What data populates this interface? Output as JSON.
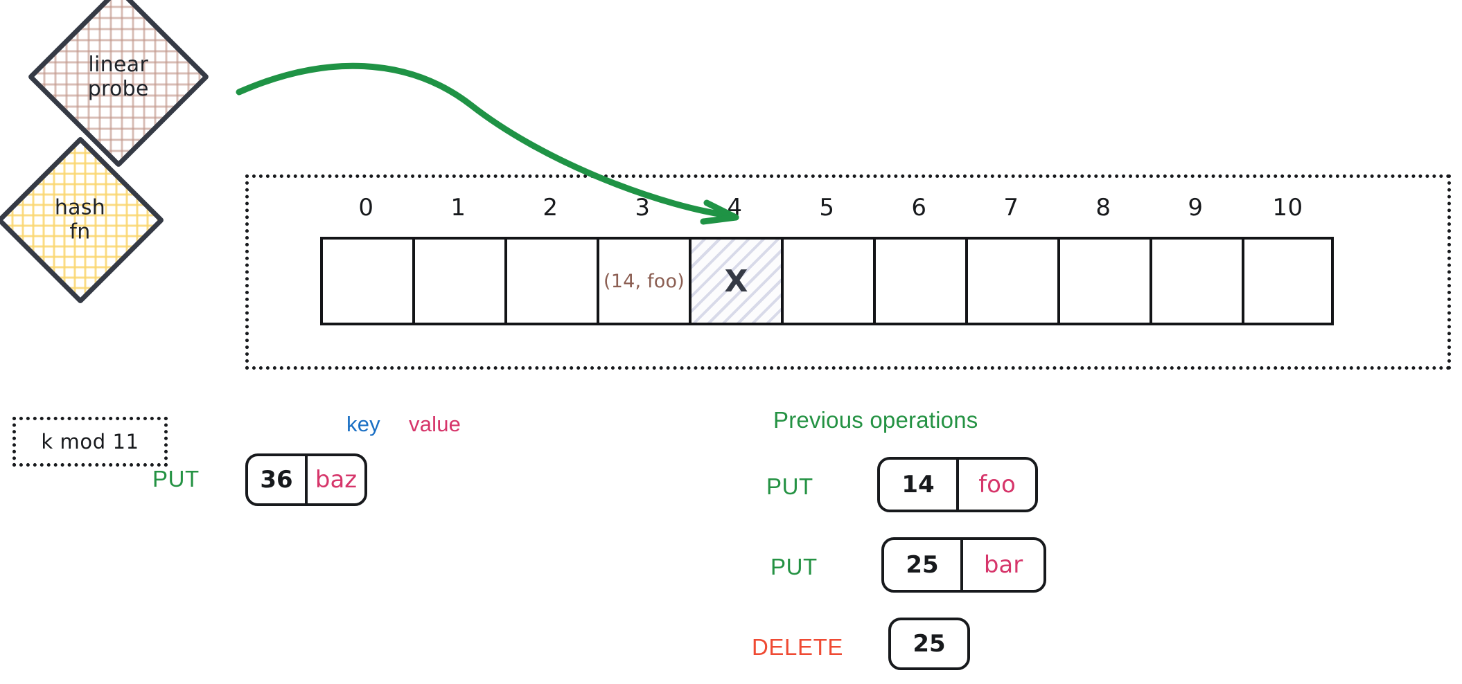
{
  "nodes": {
    "linear_probe": "linear\nprobe",
    "hash_fn": "hash\nfn",
    "k_mod": "k mod 11"
  },
  "hash_table": {
    "indices": [
      "0",
      "1",
      "2",
      "3",
      "4",
      "5",
      "6",
      "7",
      "8",
      "9",
      "10"
    ],
    "slots": [
      {
        "index": "0",
        "text": "",
        "state": "empty"
      },
      {
        "index": "1",
        "text": "",
        "state": "empty"
      },
      {
        "index": "2",
        "text": "",
        "state": "empty"
      },
      {
        "index": "3",
        "text": "(14, foo)",
        "state": "filled"
      },
      {
        "index": "4",
        "text": "X",
        "state": "tombstone"
      },
      {
        "index": "5",
        "text": "",
        "state": "empty"
      },
      {
        "index": "6",
        "text": "",
        "state": "empty"
      },
      {
        "index": "7",
        "text": "",
        "state": "empty"
      },
      {
        "index": "8",
        "text": "",
        "state": "empty"
      },
      {
        "index": "9",
        "text": "",
        "state": "empty"
      },
      {
        "index": "10",
        "text": "",
        "state": "empty"
      }
    ],
    "probe_target_index": "4"
  },
  "current_operation": {
    "key_header": "key",
    "value_header": "value",
    "op": "PUT",
    "key": "36",
    "value": "baz"
  },
  "previous_operations": {
    "title": "Previous operations",
    "rows": [
      {
        "op": "PUT",
        "key": "14",
        "value": "foo"
      },
      {
        "op": "PUT",
        "key": "25",
        "value": "bar"
      },
      {
        "op": "DELETE",
        "key": "25",
        "value": ""
      }
    ]
  },
  "colors": {
    "put_green": "#249243",
    "delete_red": "#ef4a33",
    "key_blue": "#1a6fc4",
    "value_pink": "#d6356a",
    "entry_brown": "#8b5e52",
    "ink": "#17191c",
    "arrow_green": "#1f9345",
    "diamond_border": "#353a45",
    "hatch_pink": "#c1968a",
    "hatch_yellow": "#fad670",
    "tombstone_stripe": "#d6d8e8"
  }
}
